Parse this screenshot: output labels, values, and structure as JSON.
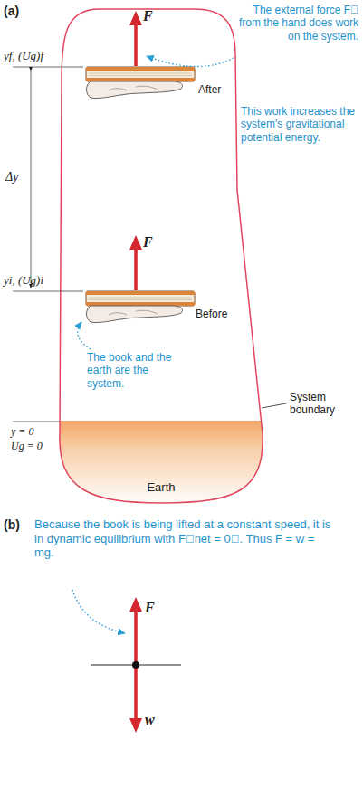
{
  "diagram": {
    "nodes": [
      {
        "text": [
          "Earth"
        ]
      }
    ],
    "labels": [
      "(a)",
      "F⃗",
      "The external force F⃗ from the hand does work on the system.",
      "yf, (Ug)f",
      "After",
      "Δy",
      "This work increases the system's gravitational potential energy.",
      "F⃗",
      "yi, (Ug)i",
      "Before",
      "The book and the earth are the system.",
      "System boundary",
      "y = 0",
      "Ug = 0",
      "(b)",
      "Because the book is being lifted at a constant speed, it is in dynamic equilibrium with F⃗net = 0⃗. Thus F = w = mg.",
      "F⃗",
      "w⃗"
    ]
  }
}
